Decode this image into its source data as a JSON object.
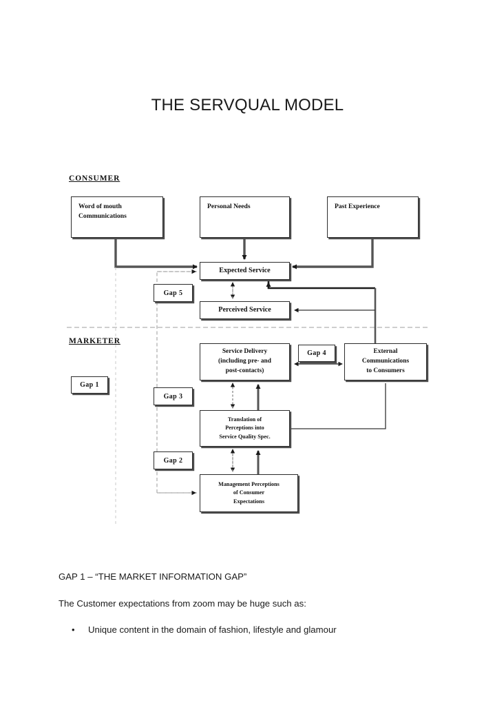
{
  "document": {
    "title": "THE SERVQUAL MODEL"
  },
  "diagram": {
    "sections": {
      "consumer": "CONSUMER",
      "marketer": "MARKETER"
    },
    "nodes": {
      "word_of_mouth": {
        "line1": "Word of mouth",
        "line2": "Communications"
      },
      "personal_needs": {
        "line1": "Personal Needs"
      },
      "past_experience": {
        "line1": "Past Experience"
      },
      "expected_service": {
        "line1": "Expected Service"
      },
      "perceived_service": {
        "line1": "Perceived Service"
      },
      "service_delivery": {
        "line1": "Service Delivery",
        "line2": "(including pre- and",
        "line3": "post-contacts)"
      },
      "external_communications": {
        "line1": "External",
        "line2": "Communications",
        "line3": "to Consumers"
      },
      "translation": {
        "line1": "Translation of",
        "line2": "Perceptions into",
        "line3": "Service Quality Spec."
      },
      "management_perceptions": {
        "line1": "Management Perceptions",
        "line2": "of Consumer",
        "line3": "Expectations"
      }
    },
    "gaps": {
      "gap1": "Gap 1",
      "gap2": "Gap 2",
      "gap3": "Gap 3",
      "gap4": "Gap 4",
      "gap5": "Gap 5"
    }
  },
  "body": {
    "gap1_heading": "GAP 1 – “THE MARKET INFORMATION GAP”",
    "expectations_line": "The Customer expectations from zoom may be huge such as:",
    "bullets": [
      "Unique content in the domain of fashion, lifestyle and glamour"
    ],
    "bullet_glyph": "•"
  },
  "colors": {
    "page_background": "#ffffff",
    "text": "#1a1a1a",
    "box_border": "#2b2b2b",
    "box_shadow": "#4d4d4d",
    "thick_connector": "#555555",
    "thin_connector": "#333333",
    "dashed_connector": "#b0b0b0"
  }
}
